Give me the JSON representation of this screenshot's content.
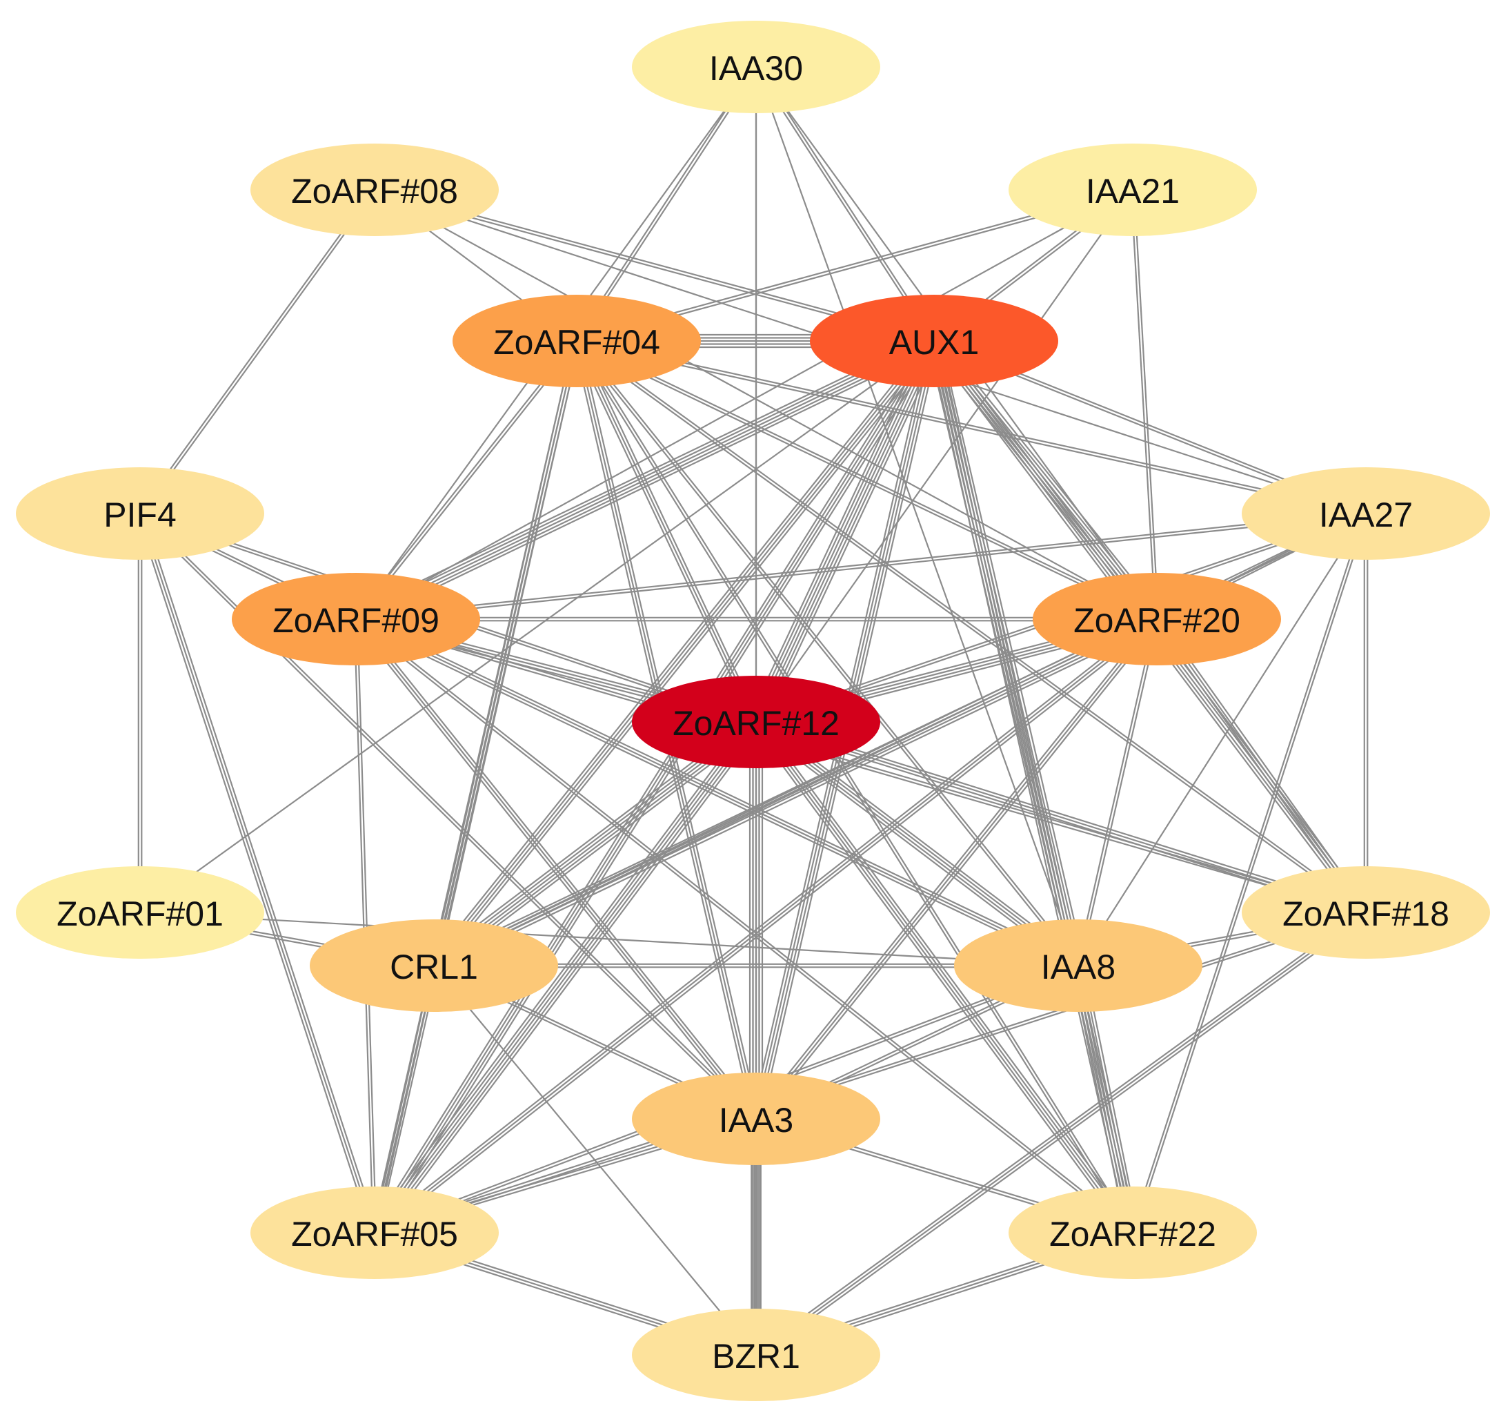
{
  "colors": {
    "edge": "#8c8c8c",
    "node_levels": {
      "lightest": "#FDEEA4",
      "light": "#FDE29B",
      "medium": "#FCC877",
      "strong": "#FCA04A",
      "high": "#FC582A",
      "highest": "#D3001B"
    }
  },
  "nodes": [
    {
      "id": "IAA30",
      "label": "IAA30",
      "level": "lightest"
    },
    {
      "id": "ZoARF08",
      "label": "ZoARF#08",
      "level": "light"
    },
    {
      "id": "IAA21",
      "label": "IAA21",
      "level": "lightest"
    },
    {
      "id": "ZoARF04",
      "label": "ZoARF#04",
      "level": "strong"
    },
    {
      "id": "AUX1",
      "label": "AUX1",
      "level": "high"
    },
    {
      "id": "PIF4",
      "label": "PIF4",
      "level": "light"
    },
    {
      "id": "IAA27",
      "label": "IAA27",
      "level": "light"
    },
    {
      "id": "ZoARF09",
      "label": "ZoARF#09",
      "level": "strong"
    },
    {
      "id": "ZoARF20",
      "label": "ZoARF#20",
      "level": "strong"
    },
    {
      "id": "ZoARF12",
      "label": "ZoARF#12",
      "level": "highest"
    },
    {
      "id": "ZoARF01",
      "label": "ZoARF#01",
      "level": "lightest"
    },
    {
      "id": "ZoARF18",
      "label": "ZoARF#18",
      "level": "light"
    },
    {
      "id": "CRL1",
      "label": "CRL1",
      "level": "medium"
    },
    {
      "id": "IAA8",
      "label": "IAA8",
      "level": "medium"
    },
    {
      "id": "IAA3",
      "label": "IAA3",
      "level": "medium"
    },
    {
      "id": "ZoARF05",
      "label": "ZoARF#05",
      "level": "light"
    },
    {
      "id": "ZoARF22",
      "label": "ZoARF#22",
      "level": "light"
    },
    {
      "id": "BZR1",
      "label": "BZR1",
      "level": "light"
    }
  ],
  "edges": [
    [
      "IAA30",
      "ZoARF04",
      2
    ],
    [
      "IAA30",
      "AUX1",
      2
    ],
    [
      "IAA30",
      "ZoARF12",
      1
    ],
    [
      "IAA30",
      "ZoARF09",
      1
    ],
    [
      "IAA30",
      "ZoARF20",
      1
    ],
    [
      "IAA30",
      "IAA8",
      1
    ],
    [
      "IAA30",
      "IAA3",
      1
    ],
    [
      "ZoARF08",
      "ZoARF04",
      1
    ],
    [
      "ZoARF08",
      "AUX1",
      2
    ],
    [
      "ZoARF08",
      "PIF4",
      2
    ],
    [
      "ZoARF08",
      "ZoARF20",
      1
    ],
    [
      "ZoARF08",
      "IAA27",
      1
    ],
    [
      "IAA21",
      "AUX1",
      2
    ],
    [
      "IAA21",
      "ZoARF04",
      2
    ],
    [
      "IAA21",
      "ZoARF20",
      2
    ],
    [
      "IAA21",
      "ZoARF09",
      1
    ],
    [
      "IAA21",
      "ZoARF12",
      1
    ],
    [
      "ZoARF04",
      "AUX1",
      5
    ],
    [
      "ZoARF04",
      "ZoARF12",
      3
    ],
    [
      "ZoARF04",
      "ZoARF09",
      2
    ],
    [
      "ZoARF04",
      "ZoARF20",
      2
    ],
    [
      "ZoARF04",
      "IAA27",
      2
    ],
    [
      "ZoARF04",
      "CRL1",
      3
    ],
    [
      "ZoARF04",
      "IAA3",
      3
    ],
    [
      "ZoARF04",
      "IAA8",
      2
    ],
    [
      "ZoARF04",
      "ZoARF05",
      3
    ],
    [
      "ZoARF04",
      "ZoARF22",
      2
    ],
    [
      "ZoARF04",
      "ZoARF18",
      2
    ],
    [
      "AUX1",
      "ZoARF12",
      6
    ],
    [
      "AUX1",
      "ZoARF09",
      5
    ],
    [
      "AUX1",
      "ZoARF20",
      5
    ],
    [
      "AUX1",
      "IAA27",
      2
    ],
    [
      "AUX1",
      "ZoARF18",
      4
    ],
    [
      "AUX1",
      "IAA8",
      5
    ],
    [
      "AUX1",
      "IAA3",
      4
    ],
    [
      "AUX1",
      "CRL1",
      4
    ],
    [
      "AUX1",
      "ZoARF05",
      4
    ],
    [
      "AUX1",
      "ZoARF22",
      4
    ],
    [
      "AUX1",
      "ZoARF01",
      1
    ],
    [
      "PIF4",
      "ZoARF09",
      2
    ],
    [
      "PIF4",
      "ZoARF01",
      2
    ],
    [
      "PIF4",
      "ZoARF05",
      3
    ],
    [
      "PIF4",
      "ZoARF12",
      2
    ],
    [
      "PIF4",
      "IAA3",
      2
    ],
    [
      "IAA27",
      "ZoARF09",
      2
    ],
    [
      "IAA27",
      "ZoARF20",
      2
    ],
    [
      "IAA27",
      "ZoARF12",
      2
    ],
    [
      "IAA27",
      "ZoARF18",
      2
    ],
    [
      "IAA27",
      "CRL1",
      2
    ],
    [
      "IAA27",
      "ZoARF22",
      2
    ],
    [
      "IAA27",
      "IAA8",
      1
    ],
    [
      "ZoARF09",
      "ZoARF12",
      3
    ],
    [
      "ZoARF09",
      "ZoARF20",
      2
    ],
    [
      "ZoARF09",
      "IAA8",
      3
    ],
    [
      "ZoARF09",
      "IAA3",
      3
    ],
    [
      "ZoARF09",
      "ZoARF05",
      2
    ],
    [
      "ZoARF09",
      "ZoARF22",
      2
    ],
    [
      "ZoARF09",
      "ZoARF18",
      2
    ],
    [
      "ZoARF20",
      "ZoARF12",
      4
    ],
    [
      "ZoARF20",
      "CRL1",
      4
    ],
    [
      "ZoARF20",
      "IAA3",
      3
    ],
    [
      "ZoARF20",
      "ZoARF05",
      3
    ],
    [
      "ZoARF20",
      "ZoARF18",
      3
    ],
    [
      "ZoARF20",
      "IAA8",
      2
    ],
    [
      "ZoARF12",
      "CRL1",
      5
    ],
    [
      "ZoARF12",
      "IAA3",
      5
    ],
    [
      "ZoARF12",
      "IAA8",
      4
    ],
    [
      "ZoARF12",
      "ZoARF05",
      5
    ],
    [
      "ZoARF12",
      "ZoARF22",
      4
    ],
    [
      "ZoARF12",
      "BZR1",
      3
    ],
    [
      "ZoARF12",
      "ZoARF18",
      3
    ],
    [
      "ZoARF01",
      "CRL1",
      2
    ],
    [
      "ZoARF01",
      "IAA8",
      1
    ],
    [
      "ZoARF18",
      "IAA8",
      2
    ],
    [
      "ZoARF18",
      "BZR1",
      3
    ],
    [
      "ZoARF18",
      "ZoARF05",
      2
    ],
    [
      "CRL1",
      "IAA8",
      2
    ],
    [
      "CRL1",
      "IAA3",
      2
    ],
    [
      "CRL1",
      "ZoARF05",
      2
    ],
    [
      "CRL1",
      "BZR1",
      1
    ],
    [
      "IAA8",
      "ZoARF22",
      5
    ],
    [
      "IAA8",
      "ZoARF05",
      2
    ],
    [
      "IAA8",
      "IAA3",
      2
    ],
    [
      "IAA3",
      "BZR1",
      4
    ],
    [
      "IAA3",
      "ZoARF05",
      2
    ],
    [
      "IAA3",
      "ZoARF22",
      2
    ],
    [
      "ZoARF05",
      "BZR1",
      3
    ],
    [
      "ZoARF22",
      "BZR1",
      3
    ]
  ]
}
